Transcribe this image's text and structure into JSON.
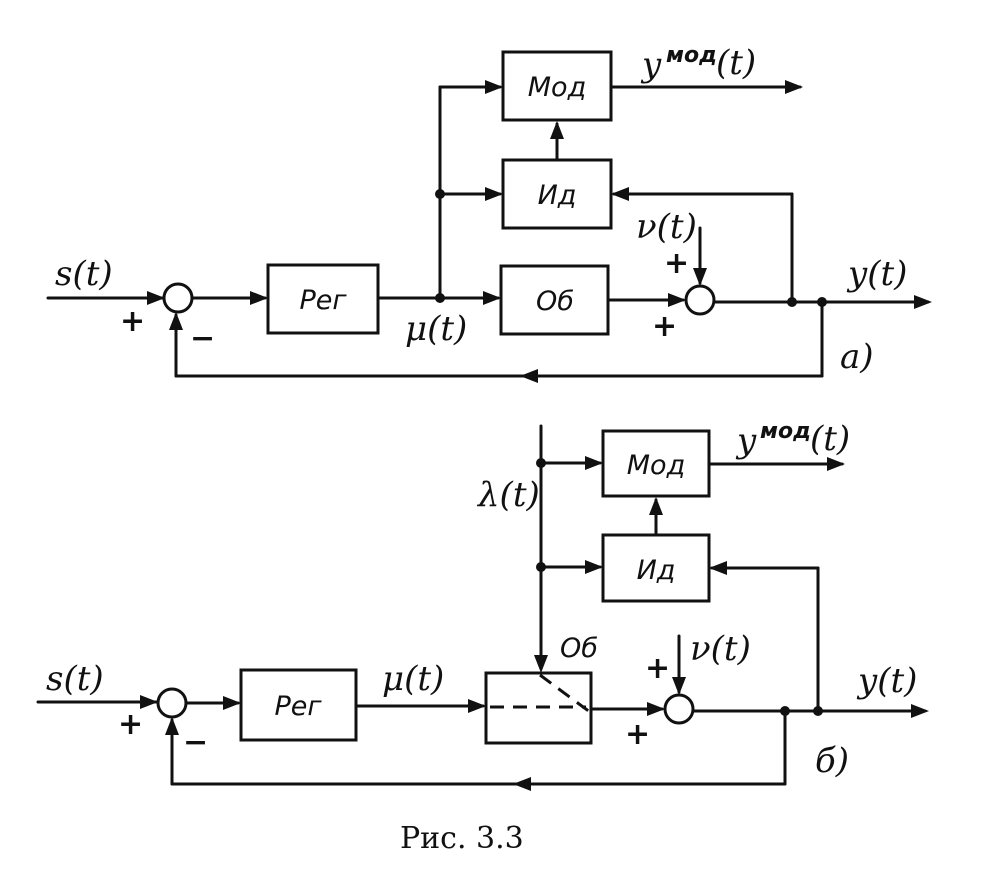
{
  "diagram_a": {
    "input": "s(t)",
    "control": "μ(t)",
    "noise": "ν(t)",
    "output": "y(t)",
    "model_output_base": "y",
    "model_output_sup": "мод",
    "model_output_arg": "(t)",
    "blocks": {
      "regulator": "Рег",
      "object": "Об",
      "identifier": "Ид",
      "model": "Мод"
    },
    "signs": {
      "sum1_input": "+",
      "sum1_feedback": "−",
      "sum2_noise": "+",
      "sum2_object": "+"
    },
    "tag": "а)"
  },
  "diagram_b": {
    "input": "s(t)",
    "control": "μ(t)",
    "parameter": "λ(t)",
    "noise": "ν(t)",
    "output": "y(t)",
    "model_output_base": "y",
    "model_output_sup": "мод",
    "model_output_arg": "(t)",
    "object_label": "Об",
    "blocks": {
      "regulator": "Рег",
      "identifier": "Ид",
      "model": "Мод"
    },
    "signs": {
      "sum1_input": "+",
      "sum1_feedback": "−",
      "sum2_noise": "+",
      "sum2_object": "+"
    },
    "tag": "б)"
  },
  "caption": "Рис.  3.3"
}
